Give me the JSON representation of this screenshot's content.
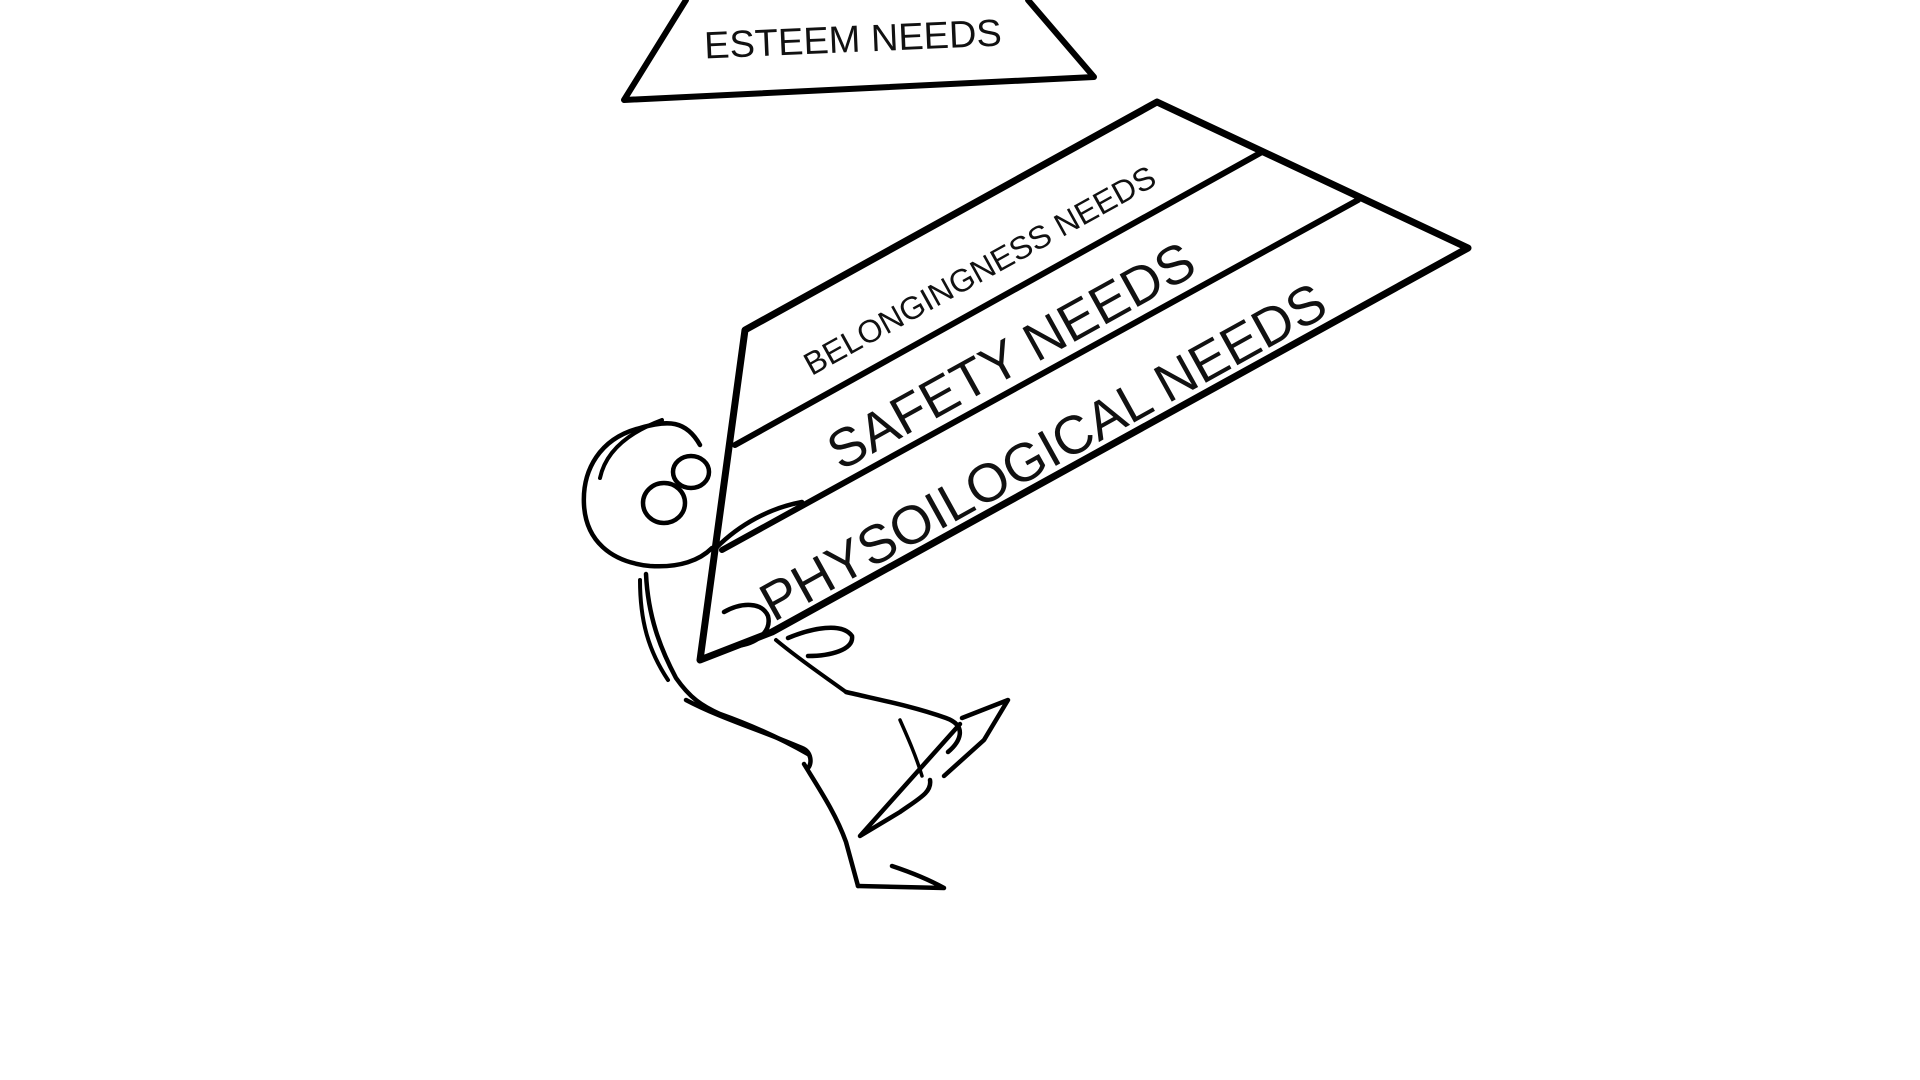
{
  "diagram": {
    "layers": [
      {
        "id": "esteem",
        "label": "ESTEEM NEEDS"
      },
      {
        "id": "belonging",
        "label": "BELONGINGNESS NEEDS"
      },
      {
        "id": "safety",
        "label": "SAFETY NEEDS"
      },
      {
        "id": "physiological",
        "label": "PHYSOILOGICAL NEEDS"
      }
    ],
    "colors": {
      "ink": "#000000",
      "background": "#ffffff"
    }
  }
}
